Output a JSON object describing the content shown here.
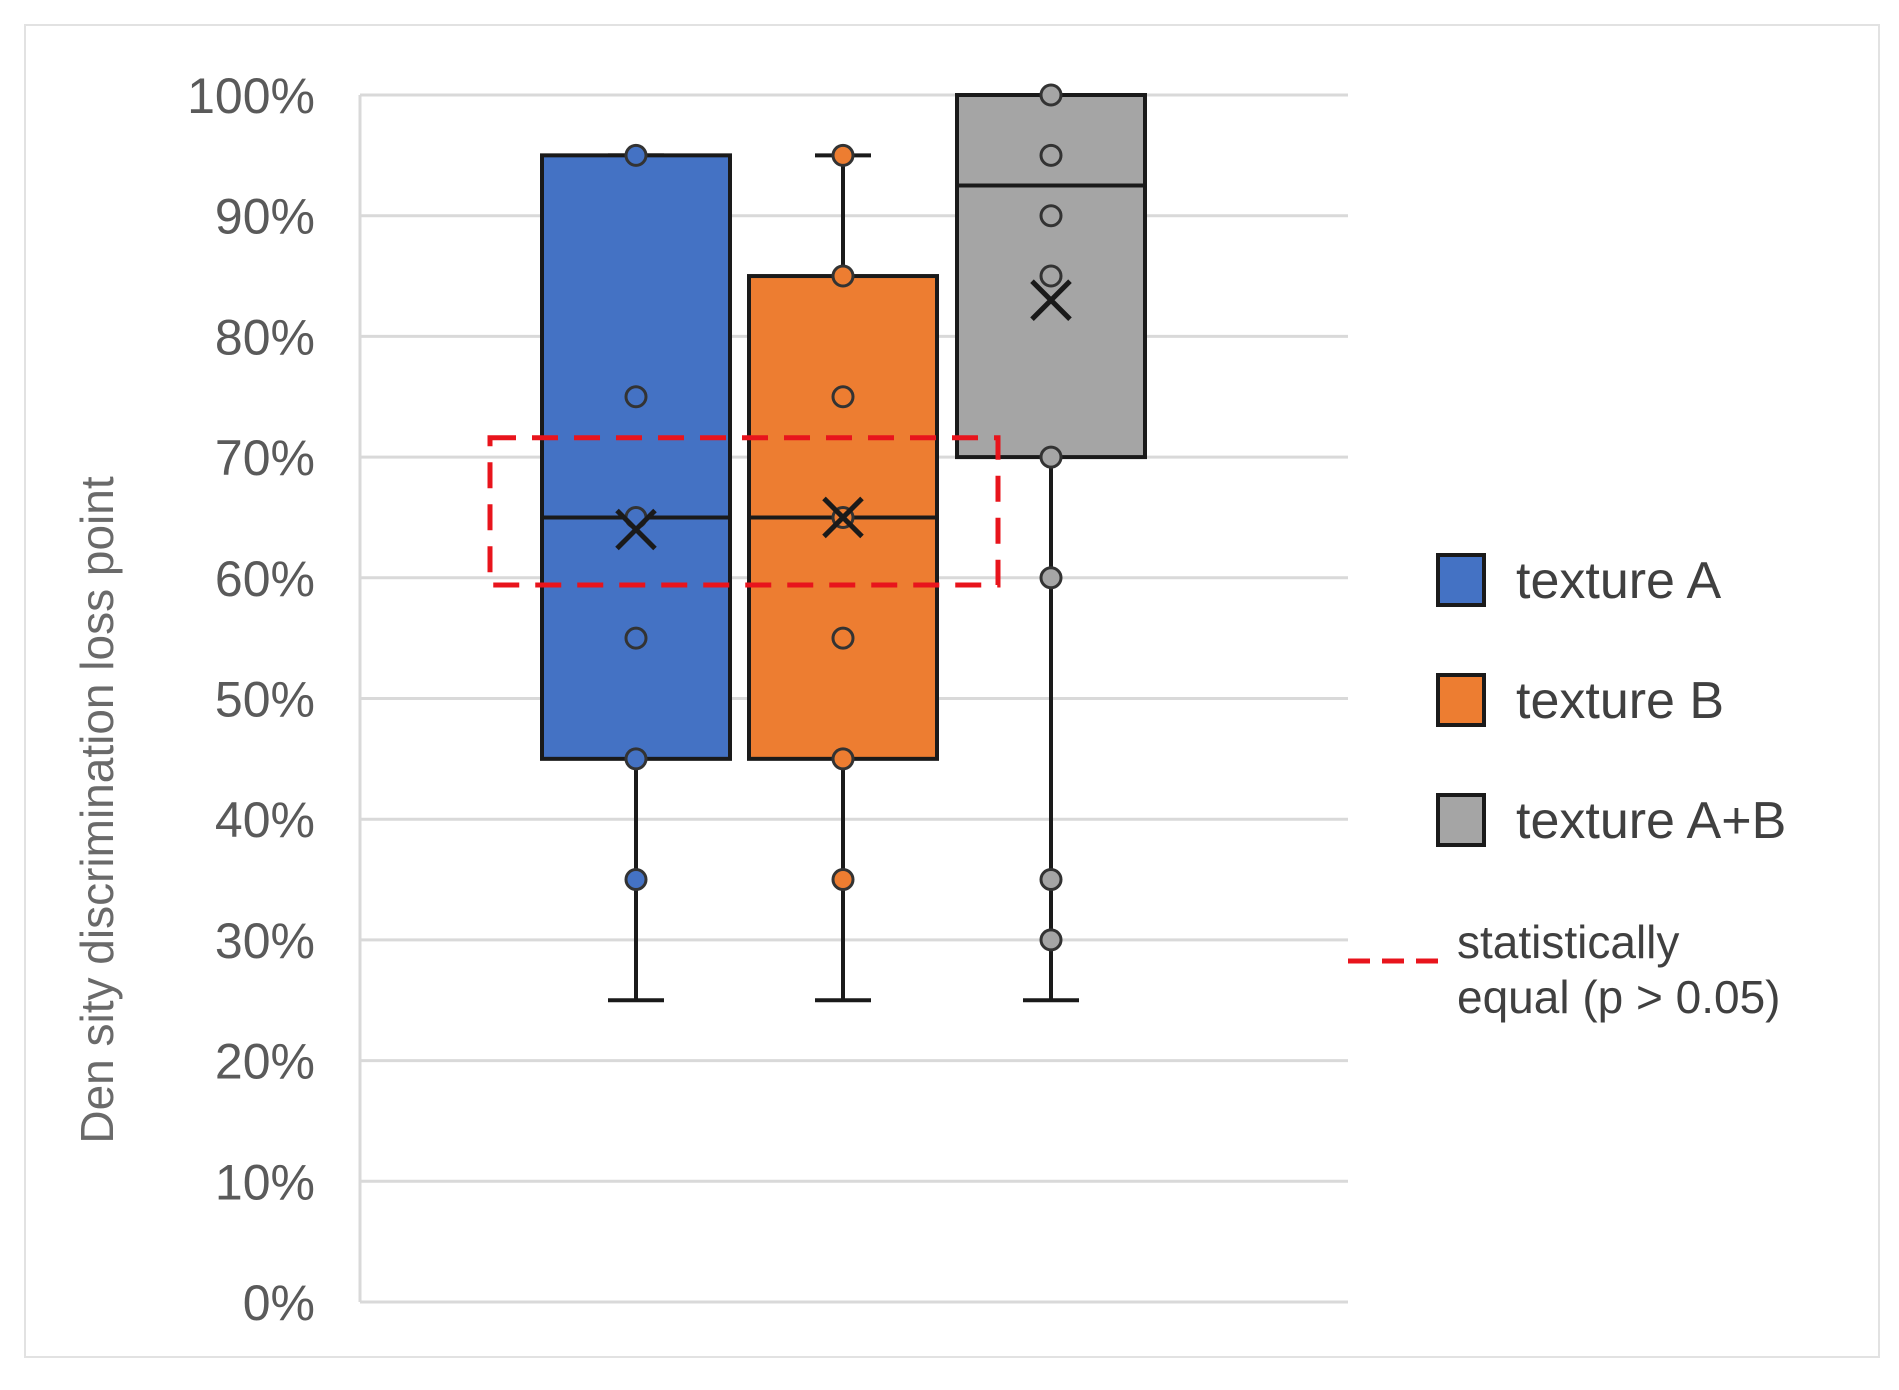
{
  "chart_data": {
    "type": "box",
    "ylabel": "Den sity discrimination loss point",
    "yticks": [
      "0%",
      "10%",
      "20%",
      "30%",
      "40%",
      "50%",
      "60%",
      "70%",
      "80%",
      "90%",
      "100%"
    ],
    "ylim": [
      0,
      100
    ],
    "grid": true,
    "legend_position": "right",
    "series": [
      {
        "name": "texture A",
        "color": "#4472c4",
        "min": 25,
        "q1": 45,
        "median": 65,
        "q3": 95,
        "max": 95,
        "mean": 64,
        "points": [
          95,
          75,
          65,
          55,
          45,
          35
        ]
      },
      {
        "name": "texture B",
        "color": "#ed7d31",
        "min": 25,
        "q1": 45,
        "median": 65,
        "q3": 85,
        "max": 95,
        "mean": 65,
        "points": [
          95,
          85,
          75,
          65,
          55,
          45,
          35
        ]
      },
      {
        "name": "texture A+B",
        "color": "#a5a5a5",
        "min": 25,
        "q1": 70,
        "median": 92.5,
        "q3": 100,
        "max": 100,
        "mean": 83,
        "points": [
          100,
          95,
          90,
          85,
          70,
          60,
          35,
          30
        ]
      }
    ],
    "annotation": {
      "label": "statistically equal (p > 0.05)",
      "label_lines": [
        "statistically",
        "equal (p > 0.05)"
      ],
      "color": "#e8141c",
      "covers_series": [
        "texture A",
        "texture B"
      ],
      "y_range": [
        59.4,
        71.6
      ]
    }
  }
}
